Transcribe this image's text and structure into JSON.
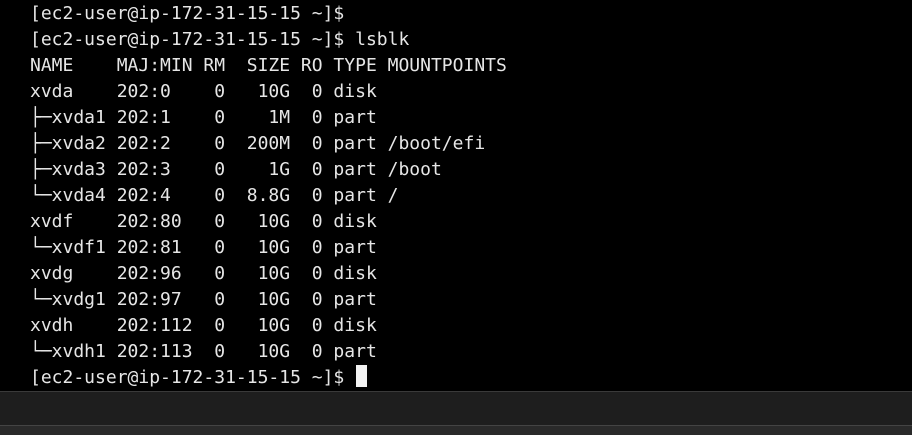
{
  "terminal": {
    "prompt": "[ec2-user@ip-172-31-15-15 ~]$",
    "lines": [
      "[ec2-user@ip-172-31-15-15 ~]$",
      "[ec2-user@ip-172-31-15-15 ~]$ lsblk",
      "NAME    MAJ:MIN RM  SIZE RO TYPE MOUNTPOINTS",
      "xvda    202:0    0   10G  0 disk",
      "├─xvda1 202:1    0    1M  0 part",
      "├─xvda2 202:2    0  200M  0 part /boot/efi",
      "├─xvda3 202:3    0    1G  0 part /boot",
      "└─xvda4 202:4    0  8.8G  0 part /",
      "xvdf    202:80   0   10G  0 disk",
      "└─xvdf1 202:81   0   10G  0 part",
      "xvdg    202:96   0   10G  0 disk",
      "└─xvdg1 202:97   0   10G  0 part",
      "xvdh    202:112  0   10G  0 disk",
      "└─xvdh1 202:113  0   10G  0 part"
    ]
  },
  "colors": {
    "background": "#000000",
    "text": "#e6e6e6",
    "cursor": "#f2f2f2"
  }
}
